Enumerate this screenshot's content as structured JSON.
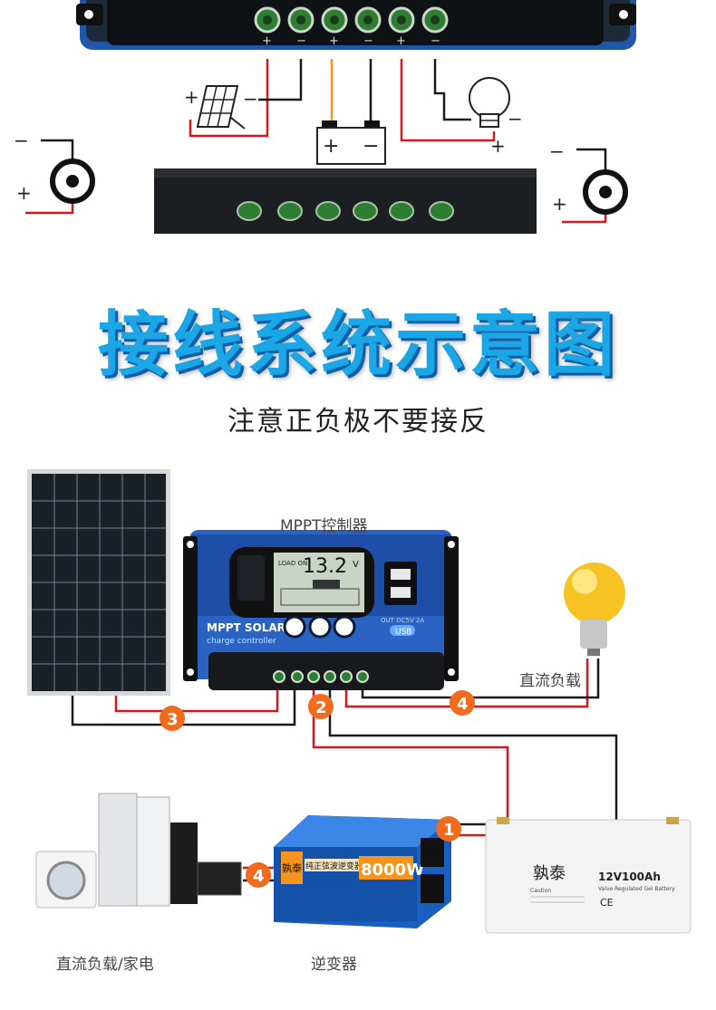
{
  "header": {
    "title": "接线系统示意图",
    "subtitle": "注意正负极不要接反"
  },
  "top_diagram": {
    "plus": "+",
    "minus": "−"
  },
  "controller": {
    "label": "MPPT控制器",
    "brand_line1": "MPPT SOLAR",
    "brand_line2": "charge controller",
    "lcd_value": "13.2",
    "lcd_unit": "V",
    "lcd_status": "LOAD ON",
    "usb_text": "OUT DC5V 2A",
    "usb_badge": "USB"
  },
  "load": {
    "label": "直流负载"
  },
  "appliances": {
    "label": "直流负载/家电"
  },
  "inverter": {
    "label": "逆变器",
    "brand": "孰泰",
    "name": "纯正弦波逆变器",
    "power": "8000W"
  },
  "battery": {
    "brand": "孰泰",
    "model": "12V100Ah",
    "type": "Valve Regulated Gel Battery",
    "caution": "Caution",
    "certs": "CE"
  },
  "steps": {
    "s1": "1",
    "s2": "2",
    "s3": "3",
    "s4a": "4",
    "s4b": "4"
  },
  "colors": {
    "accent": "#1ba6e6",
    "step_badge": "#f26a1b",
    "wire_red": "#d8161e",
    "wire_black": "#1a1a1a",
    "wire_orange": "#f7941d"
  }
}
